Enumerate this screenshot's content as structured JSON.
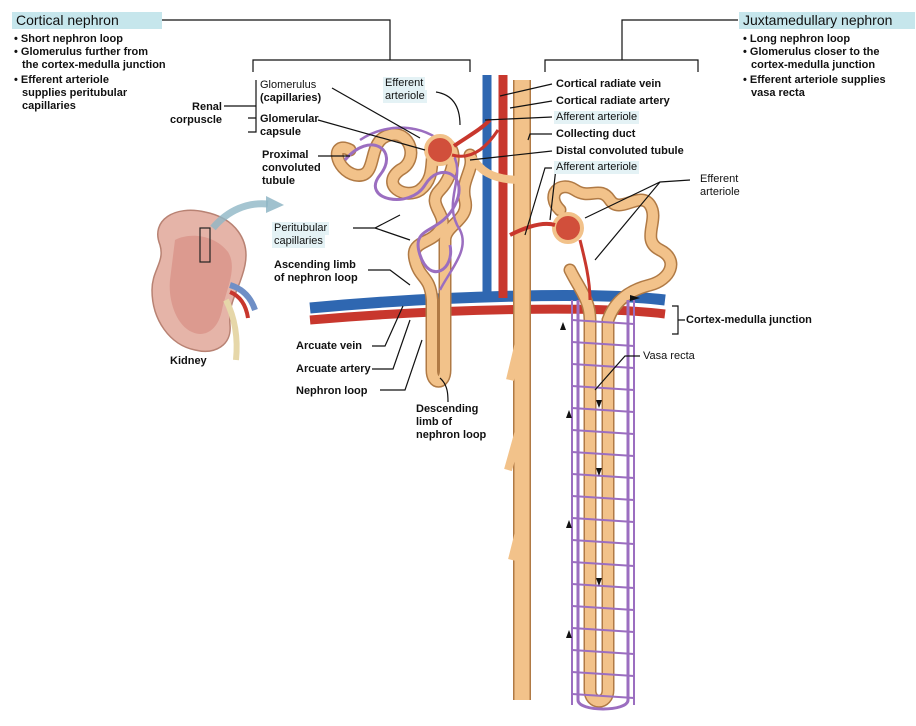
{
  "cortical": {
    "title": "Cortical nephron",
    "bullets": [
      "• Short nephron loop",
      "• Glomerulus further from",
      "the cortex-medulla junction",
      "• Efferent arteriole",
      "supplies peritubular",
      "capillaries"
    ]
  },
  "juxta": {
    "title": "Juxtamedullary nephron",
    "bullets": [
      "• Long nephron loop",
      "• Glomerulus closer to the",
      "cortex-medulla junction",
      "• Efferent arteriole supplies",
      "vasa recta"
    ]
  },
  "labels": {
    "glomerulus_1": "Glomerulus",
    "glomerulus_2": "(capillaries)",
    "efferent_1": "Efferent",
    "efferent_2": "arteriole",
    "renal_1": "Renal",
    "renal_2": "corpuscle",
    "glom_capsule_1": "Glomerular",
    "glom_capsule_2": "capsule",
    "pct_1": "Proximal",
    "pct_2": "convoluted",
    "pct_3": "tubule",
    "peritubular_1": "Peritubular",
    "peritubular_2": "capillaries",
    "asc_1": "Ascending limb",
    "asc_2": "of nephron loop",
    "arcuate_vein": "Arcuate vein",
    "arcuate_artery": "Arcuate artery",
    "nephron_loop": "Nephron loop",
    "desc_1": "Descending",
    "desc_2": "limb of",
    "desc_3": "nephron loop",
    "kidney": "Kidney",
    "cr_vein": "Cortical radiate vein",
    "cr_artery": "Cortical radiate artery",
    "aff_arteriole": "Afferent arteriole",
    "collecting_duct": "Collecting duct",
    "dct": "Distal convoluted tubule",
    "aff_arteriole_2": "Afferent arteriole",
    "eff_arteriole_2a": "Efferent",
    "eff_arteriole_2b": "arteriole",
    "cm_junction": "Cortex-medulla junction",
    "vasa_recta": "Vasa recta"
  },
  "colors": {
    "tubule": "#f2c28a",
    "tubule_edge": "#b07a45",
    "capillary": "#9b6ec0",
    "artery": "#c8372d",
    "vein": "#2f67b1",
    "header_bg": "#c6e6ec"
  }
}
